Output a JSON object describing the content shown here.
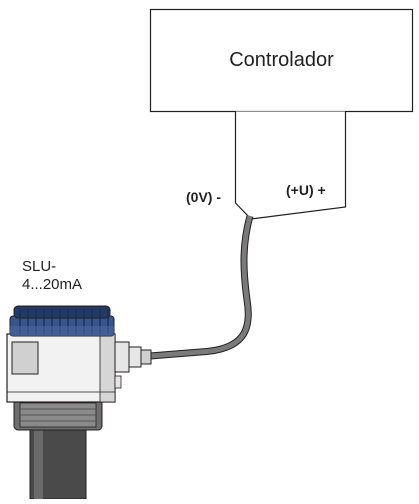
{
  "controller": {
    "title": "Controlador"
  },
  "terminals": {
    "negative": "(0V) -",
    "positive": "(+U) +"
  },
  "device": {
    "name_line1": "SLU-",
    "name_line2": "4...20mA"
  },
  "colors": {
    "outline": "#231f20",
    "cable": "#7a7a7a",
    "cap": "#36558a",
    "cap_dark": "#233a66",
    "housing": "#f2f2f2",
    "housing_shade": "#c8c8c8",
    "thread": "#6e6e6e",
    "probe": "#4a4a4a"
  }
}
